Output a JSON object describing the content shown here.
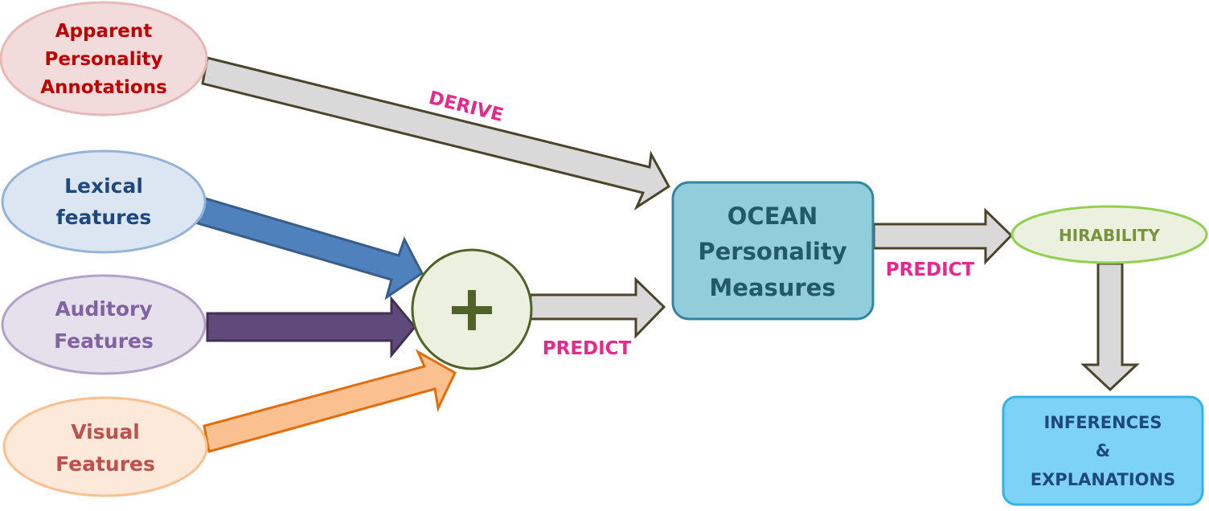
{
  "nodes": {
    "apparent": {
      "lines": [
        "Apparent",
        "Personality",
        "Annotations"
      ]
    },
    "lexical": {
      "lines": [
        "Lexical",
        "features"
      ]
    },
    "auditory": {
      "lines": [
        "Auditory",
        "Features"
      ]
    },
    "visual": {
      "lines": [
        "Visual",
        "Features"
      ]
    },
    "fusion": {
      "symbol": "+"
    },
    "ocean": {
      "lines": [
        "OCEAN",
        "Personality",
        "Measures"
      ]
    },
    "hirability": {
      "label": "HIRABILITY"
    },
    "inferences": {
      "lines": [
        "INFERENCES",
        "&",
        "EXPLANATIONS"
      ]
    }
  },
  "edges": {
    "derive": "DERIVE",
    "predict_fusion": "PREDICT",
    "predict_ocean": "PREDICT"
  },
  "colors": {
    "apparent_fill": "#f2dcdb",
    "apparent_stroke": "#e6b9b8",
    "apparent_text": "#c00000",
    "lexical_fill": "#dce6f2",
    "lexical_stroke": "#95b3d7",
    "lexical_text": "#1f497d",
    "auditory_fill": "#e6e0ec",
    "auditory_stroke": "#b3a2c7",
    "auditory_text": "#8064a2",
    "visual_fill": "#fde9d9",
    "visual_stroke": "#fac090",
    "visual_text": "#c0504d",
    "fusion_fill": "#ebf1de",
    "fusion_stroke": "#4f6228",
    "fusion_text": "#4f6228",
    "ocean_fill": "#92cddc",
    "ocean_stroke": "#31859c",
    "ocean_text": "#215968",
    "hirability_fill": "#ebf1de",
    "hirability_stroke": "#92d050",
    "hirability_text": "#77933c",
    "inferences_fill": "#7dd3f7",
    "inferences_stroke": "#33b3ea",
    "inferences_text": "#1f497d",
    "edge_label": "#e8288c"
  }
}
